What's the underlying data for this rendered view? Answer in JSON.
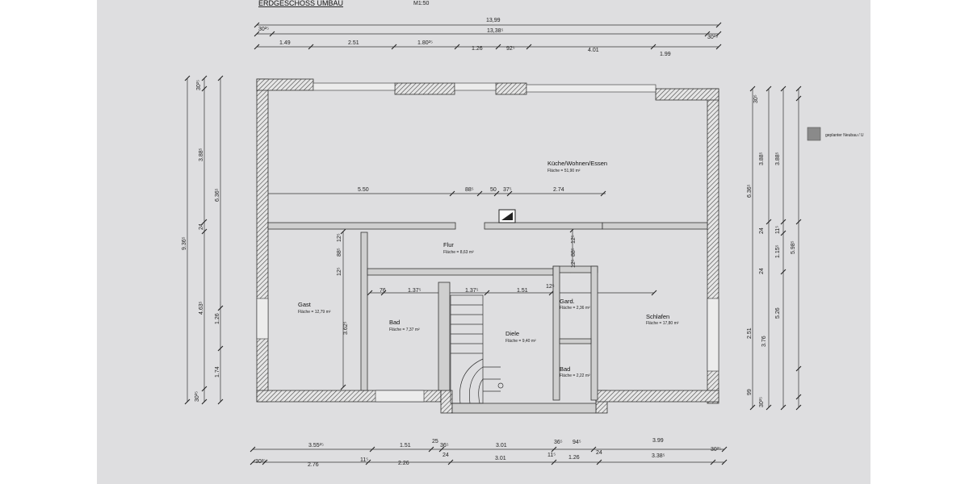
{
  "header": {
    "title": "ERDGESCHOSS UMBAU",
    "scale": "M1:50"
  },
  "legend": {
    "label": "geplanter Neubau / U",
    "swatch_color": "#8a8a8a"
  },
  "rooms": [
    {
      "name": "Küche/Wohnen/Essen",
      "area": "Fläche = 51,90 m²"
    },
    {
      "name": "Flur",
      "area": "Fläche = 8,63 m²"
    },
    {
      "name": "Gast",
      "area": "Fläche = 12,79 m²"
    },
    {
      "name": "Bad",
      "area": "Fläche = 7,37 m²"
    },
    {
      "name": "Diele",
      "area": "Fläche = 9,40 m²"
    },
    {
      "name": "Gard.",
      "area": "Fläche = 2,36 m²"
    },
    {
      "name": "Bad",
      "area": "Fläche = 2,22 m²"
    },
    {
      "name": "Schlafen",
      "area": "Fläche = 17,80 m²"
    }
  ],
  "dims": {
    "top_row1": [
      "13,99"
    ],
    "top_row2": [
      "30²⁵",
      "13,38⁵",
      "30²⁵"
    ],
    "top_row3": [
      "1.49",
      "2.51",
      "1.80²⁵",
      "1.26",
      "92⁵",
      "4.01",
      "1.99"
    ],
    "interior": [
      "5.50",
      "88⁵",
      "50",
      "37⁵",
      "2.74"
    ],
    "bottom_row1": [
      "3.55²⁵",
      "1.51",
      "25",
      "36⁵",
      "3.01",
      "36⁵",
      "94⁵",
      "3.99"
    ],
    "bottom_row2": [
      "30²⁵",
      "2.76",
      "11⁵",
      "2.26",
      "24",
      "3.01",
      "11⁵",
      "1.26",
      "24",
      "3.38⁵",
      "30²⁵"
    ],
    "left_outer": [
      "9.36⁵"
    ],
    "left_mid": [
      "30²⁵",
      "3.88⁵",
      "24",
      "4.63⁵",
      "30²⁵"
    ],
    "left_inner": [
      "6.36⁵",
      "1.26",
      "1.74"
    ],
    "right_outer": [
      "5.98⁵"
    ],
    "right_mid": [
      "3.88⁵",
      "11⁵",
      "1.15⁵",
      "5.26"
    ],
    "right_inner": [
      "30⁵",
      "6.36⁵",
      "3.88⁵",
      "24",
      "24",
      "2.51",
      "3.76",
      "99",
      "30²⁵"
    ],
    "inner_misc": [
      "12⁵",
      "88⁵",
      "12⁵",
      "76",
      "1.37⁵",
      "1.37⁵",
      "1.51",
      "12⁵",
      "3.62⁵",
      "12⁵",
      "88⁵",
      "12⁵"
    ]
  }
}
